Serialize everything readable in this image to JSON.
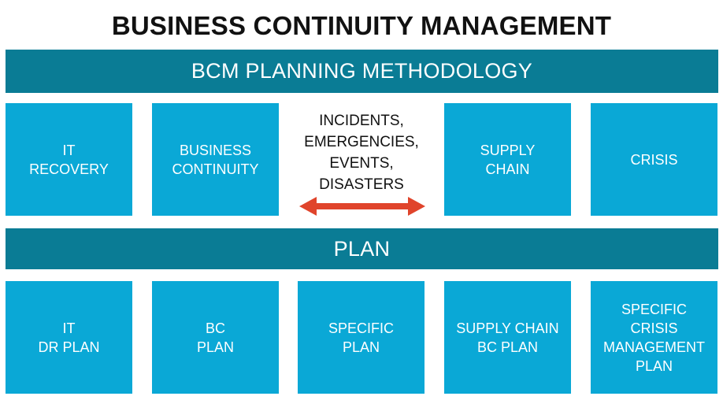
{
  "title": "BUSINESS CONTINUITY MANAGEMENT",
  "methodology_label": "BCM PLANNING METHODOLOGY",
  "plan_label": "PLAN",
  "center_text": "INCIDENTS,\nEMERGENCIES,\nEVENTS,\nDISASTERS",
  "top_boxes": [
    {
      "label": "IT\nRECOVERY"
    },
    {
      "label": "BUSINESS\nCONTINUITY"
    },
    {
      "label": "SUPPLY\nCHAIN"
    },
    {
      "label": "CRISIS"
    }
  ],
  "bottom_boxes": [
    {
      "label": "IT\nDR PLAN"
    },
    {
      "label": "BC\nPLAN"
    },
    {
      "label": "SPECIFIC\nPLAN"
    },
    {
      "label": "SUPPLY CHAIN\nBC PLAN"
    },
    {
      "label": "SPECIFIC\nCRISIS\nMANAGEMENT\nPLAN"
    }
  ],
  "colors": {
    "bar": "#0a7c95",
    "box": "#0aa8d6",
    "arrow": "#e0442b",
    "title": "#111111"
  }
}
